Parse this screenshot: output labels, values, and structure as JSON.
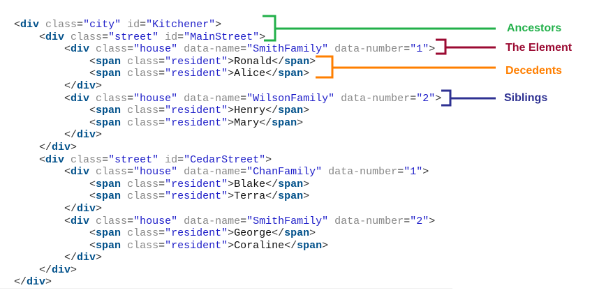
{
  "code_lines": [
    {
      "indent": 0,
      "tokens": [
        [
          "p",
          "<"
        ],
        [
          "t",
          "div"
        ],
        [
          "a",
          " class"
        ],
        [
          "p",
          "="
        ],
        [
          "v",
          "\"city\""
        ],
        [
          "a",
          " id"
        ],
        [
          "p",
          "="
        ],
        [
          "v",
          "\"Kitchener\""
        ],
        [
          "p",
          ">"
        ]
      ]
    },
    {
      "indent": 1,
      "tokens": [
        [
          "p",
          "<"
        ],
        [
          "t",
          "div"
        ],
        [
          "a",
          " class"
        ],
        [
          "p",
          "="
        ],
        [
          "v",
          "\"street\""
        ],
        [
          "a",
          " id"
        ],
        [
          "p",
          "="
        ],
        [
          "v",
          "\"MainStreet\""
        ],
        [
          "p",
          ">"
        ]
      ]
    },
    {
      "indent": 2,
      "tokens": [
        [
          "p",
          "<"
        ],
        [
          "t",
          "div"
        ],
        [
          "a",
          " class"
        ],
        [
          "p",
          "="
        ],
        [
          "v",
          "\"house\""
        ],
        [
          "a",
          " data-name"
        ],
        [
          "p",
          "="
        ],
        [
          "v",
          "\"SmithFamily\""
        ],
        [
          "a",
          " data-number"
        ],
        [
          "p",
          "="
        ],
        [
          "v",
          "\"1\""
        ],
        [
          "p",
          ">"
        ]
      ]
    },
    {
      "indent": 3,
      "tokens": [
        [
          "p",
          "<"
        ],
        [
          "t",
          "span"
        ],
        [
          "a",
          " class"
        ],
        [
          "p",
          "="
        ],
        [
          "v",
          "\"resident\""
        ],
        [
          "p",
          ">"
        ],
        [
          "x",
          "Ronald"
        ],
        [
          "p",
          "</"
        ],
        [
          "t",
          "span"
        ],
        [
          "p",
          ">"
        ]
      ]
    },
    {
      "indent": 3,
      "tokens": [
        [
          "p",
          "<"
        ],
        [
          "t",
          "span"
        ],
        [
          "a",
          " class"
        ],
        [
          "p",
          "="
        ],
        [
          "v",
          "\"resident\""
        ],
        [
          "p",
          ">"
        ],
        [
          "x",
          "Alice"
        ],
        [
          "p",
          "</"
        ],
        [
          "t",
          "span"
        ],
        [
          "p",
          ">"
        ]
      ]
    },
    {
      "indent": 2,
      "tokens": [
        [
          "p",
          "</"
        ],
        [
          "t",
          "div"
        ],
        [
          "p",
          ">"
        ]
      ]
    },
    {
      "indent": 2,
      "tokens": [
        [
          "p",
          "<"
        ],
        [
          "t",
          "div"
        ],
        [
          "a",
          " class"
        ],
        [
          "p",
          "="
        ],
        [
          "v",
          "\"house\""
        ],
        [
          "a",
          " data-name"
        ],
        [
          "p",
          "="
        ],
        [
          "v",
          "\"WilsonFamily\""
        ],
        [
          "a",
          " data-number"
        ],
        [
          "p",
          "="
        ],
        [
          "v",
          "\"2\""
        ],
        [
          "p",
          ">"
        ]
      ]
    },
    {
      "indent": 3,
      "tokens": [
        [
          "p",
          "<"
        ],
        [
          "t",
          "span"
        ],
        [
          "a",
          " class"
        ],
        [
          "p",
          "="
        ],
        [
          "v",
          "\"resident\""
        ],
        [
          "p",
          ">"
        ],
        [
          "x",
          "Henry"
        ],
        [
          "p",
          "</"
        ],
        [
          "t",
          "span"
        ],
        [
          "p",
          ">"
        ]
      ]
    },
    {
      "indent": 3,
      "tokens": [
        [
          "p",
          "<"
        ],
        [
          "t",
          "span"
        ],
        [
          "a",
          " class"
        ],
        [
          "p",
          "="
        ],
        [
          "v",
          "\"resident\""
        ],
        [
          "p",
          ">"
        ],
        [
          "x",
          "Mary"
        ],
        [
          "p",
          "</"
        ],
        [
          "t",
          "span"
        ],
        [
          "p",
          ">"
        ]
      ]
    },
    {
      "indent": 2,
      "tokens": [
        [
          "p",
          "</"
        ],
        [
          "t",
          "div"
        ],
        [
          "p",
          ">"
        ]
      ]
    },
    {
      "indent": 1,
      "tokens": [
        [
          "p",
          "</"
        ],
        [
          "t",
          "div"
        ],
        [
          "p",
          ">"
        ]
      ]
    },
    {
      "indent": 1,
      "tokens": [
        [
          "p",
          "<"
        ],
        [
          "t",
          "div"
        ],
        [
          "a",
          " class"
        ],
        [
          "p",
          "="
        ],
        [
          "v",
          "\"street\""
        ],
        [
          "a",
          " id"
        ],
        [
          "p",
          "="
        ],
        [
          "v",
          "\"CedarStreet\""
        ],
        [
          "p",
          ">"
        ]
      ]
    },
    {
      "indent": 2,
      "tokens": [
        [
          "p",
          "<"
        ],
        [
          "t",
          "div"
        ],
        [
          "a",
          " class"
        ],
        [
          "p",
          "="
        ],
        [
          "v",
          "\"house\""
        ],
        [
          "a",
          " data-name"
        ],
        [
          "p",
          "="
        ],
        [
          "v",
          "\"ChanFamily\""
        ],
        [
          "a",
          " data-number"
        ],
        [
          "p",
          "="
        ],
        [
          "v",
          "\"1\""
        ],
        [
          "p",
          ">"
        ]
      ]
    },
    {
      "indent": 3,
      "tokens": [
        [
          "p",
          "<"
        ],
        [
          "t",
          "span"
        ],
        [
          "a",
          " class"
        ],
        [
          "p",
          "="
        ],
        [
          "v",
          "\"resident\""
        ],
        [
          "p",
          ">"
        ],
        [
          "x",
          "Blake"
        ],
        [
          "p",
          "</"
        ],
        [
          "t",
          "span"
        ],
        [
          "p",
          ">"
        ]
      ]
    },
    {
      "indent": 3,
      "tokens": [
        [
          "p",
          "<"
        ],
        [
          "t",
          "span"
        ],
        [
          "a",
          " class"
        ],
        [
          "p",
          "="
        ],
        [
          "v",
          "\"resident\""
        ],
        [
          "p",
          ">"
        ],
        [
          "x",
          "Terra"
        ],
        [
          "p",
          "</"
        ],
        [
          "t",
          "span"
        ],
        [
          "p",
          ">"
        ]
      ]
    },
    {
      "indent": 2,
      "tokens": [
        [
          "p",
          "</"
        ],
        [
          "t",
          "div"
        ],
        [
          "p",
          ">"
        ]
      ]
    },
    {
      "indent": 2,
      "tokens": [
        [
          "p",
          "<"
        ],
        [
          "t",
          "div"
        ],
        [
          "a",
          " class"
        ],
        [
          "p",
          "="
        ],
        [
          "v",
          "\"house\""
        ],
        [
          "a",
          " data-name"
        ],
        [
          "p",
          "="
        ],
        [
          "v",
          "\"SmithFamily\""
        ],
        [
          "a",
          " data-number"
        ],
        [
          "p",
          "="
        ],
        [
          "v",
          "\"2\""
        ],
        [
          "p",
          ">"
        ]
      ]
    },
    {
      "indent": 3,
      "tokens": [
        [
          "p",
          "<"
        ],
        [
          "t",
          "span"
        ],
        [
          "a",
          " class"
        ],
        [
          "p",
          "="
        ],
        [
          "v",
          "\"resident\""
        ],
        [
          "p",
          ">"
        ],
        [
          "x",
          "George"
        ],
        [
          "p",
          "</"
        ],
        [
          "t",
          "span"
        ],
        [
          "p",
          ">"
        ]
      ]
    },
    {
      "indent": 3,
      "tokens": [
        [
          "p",
          "<"
        ],
        [
          "t",
          "span"
        ],
        [
          "a",
          " class"
        ],
        [
          "p",
          "="
        ],
        [
          "v",
          "\"resident\""
        ],
        [
          "p",
          ">"
        ],
        [
          "x",
          "Coraline"
        ],
        [
          "p",
          "</"
        ],
        [
          "t",
          "span"
        ],
        [
          "p",
          ">"
        ]
      ]
    },
    {
      "indent": 2,
      "tokens": [
        [
          "p",
          "</"
        ],
        [
          "t",
          "div"
        ],
        [
          "p",
          ">"
        ]
      ]
    },
    {
      "indent": 1,
      "tokens": [
        [
          "p",
          "</"
        ],
        [
          "t",
          "div"
        ],
        [
          "p",
          ">"
        ]
      ]
    },
    {
      "indent": 0,
      "tokens": [
        [
          "p",
          "</"
        ],
        [
          "t",
          "div"
        ],
        [
          "p",
          ">"
        ]
      ]
    }
  ],
  "annotations": {
    "ancestors": {
      "label": "Ancestors",
      "color": "#22b04a"
    },
    "element": {
      "label": "The Element",
      "color": "#9b0a32"
    },
    "decedents": {
      "label": "Decedents",
      "color": "#ff7f00"
    },
    "siblings": {
      "label": "Siblings",
      "color": "#2e3192"
    }
  }
}
